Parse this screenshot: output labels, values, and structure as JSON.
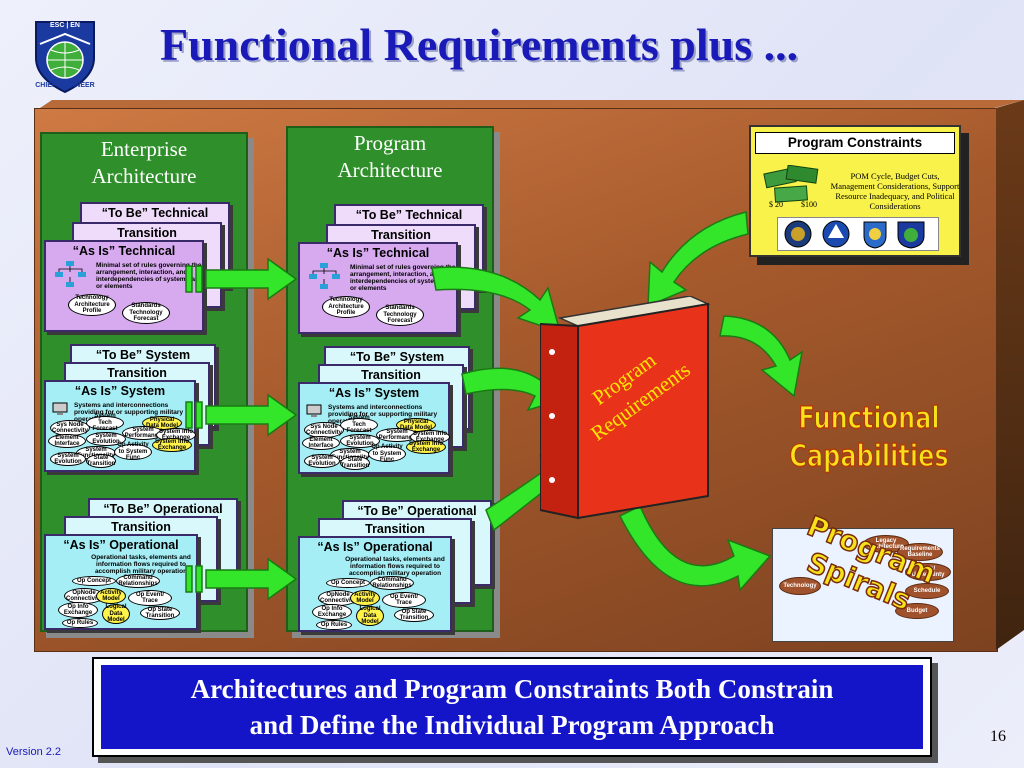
{
  "slide": {
    "title": "Functional Requirements plus ...",
    "version": "Version 2.2",
    "page_number": "16",
    "logo_text_top": "ESC | EN",
    "logo_text_bottom": "CHIEF ENGINEER"
  },
  "enterprise": {
    "heading_line1": "Enterprise",
    "heading_line2": "Architecture",
    "tech_tobe": "“To Be” Technical",
    "tech_transition": "Transition",
    "tech_asis": "“As Is” Technical",
    "tech_desc": "Minimal set of rules governing the arrangement, interaction, and interdependencies of system parts or elements",
    "tech_oval1": "Technology Architecture Profile",
    "tech_oval2": "Standards Technology Forecast",
    "sys_tobe": "“To Be” System",
    "sys_transition": "Transition",
    "sys_asis": "“As Is” System",
    "sys_desc": "Systems and interconnections providing for or supporting military operation",
    "ops_tobe": "“To Be” Operational",
    "ops_transition": "Transition",
    "ops_asis": "“As Is” Operational",
    "ops_desc": "Operational tasks, elements and information flows required to accomplish military operation"
  },
  "program": {
    "heading_line1": "Program",
    "heading_line2": "Architecture",
    "tech_tobe": "“To Be” Technical",
    "tech_transition": "Transition",
    "tech_asis": "“As Is” Technical",
    "tech_desc": "Minimal set of rules governing the arrangement, interaction, and interdependencies of system parts or elements",
    "tech_oval1": "Technology Architecture Profile",
    "tech_oval2": "Standards Technology Forecast",
    "sys_tobe": "“To Be” System",
    "sys_transition": "Transition",
    "sys_asis": "“As Is” System",
    "sys_desc": "Systems and interconnections providing for or supporting military operation",
    "ops_tobe": "“To Be” Operational",
    "ops_transition": "Transition",
    "ops_asis": "“As Is” Operational",
    "ops_desc": "Operational tasks, elements and information flows required to accomplish military operation"
  },
  "system_ovals": {
    "o1": "Sys Node Connectivity",
    "o2": "System Tech Forecast",
    "o3": "Physical Data Model",
    "o4": "System Performance",
    "o5": "Element Interface",
    "o6": "System Evolution",
    "o7": "System Info Exchange",
    "o8": "System Functionality",
    "o9": "Op Activity to System Func",
    "o10": "System Evolution",
    "o11": "State Transition"
  },
  "ops_ovals": {
    "o1": "Op Concept",
    "o2": "Command Relationships",
    "o3": "OpNode Connectivity",
    "o4": "Activity Model",
    "o5": "Op Event/ Trace",
    "o6": "Op Info Exchange",
    "o7": "Logical Data Model",
    "o8": "Op State Transition",
    "o9": "Op Rules"
  },
  "binder": {
    "line1": "Program",
    "line2": "Requirements"
  },
  "constraints": {
    "title": "Program Constraints",
    "text": "POM Cycle, Budget Cuts, Management Considerations, Support Resource Inadequacy, and Political Considerations"
  },
  "functional": {
    "line1": "Functional",
    "line2": "Capabilities"
  },
  "spirals": {
    "line1": "Program",
    "line2": "Spirals",
    "bubbles": [
      "Legacy Architecture",
      "Requirements Baseline",
      "Risk/ Uncertainty",
      "Schedule",
      "Budget",
      "Technology"
    ]
  },
  "bottom_banner": {
    "line1": "Architectures and Program Constraints Both Constrain",
    "line2": "and Define the Individual Program Approach"
  },
  "colors": {
    "title": "#1a1ab8",
    "board": "#a65a2c",
    "column": "#2f8f2a",
    "technical": "#d7a9ef",
    "operational": "#a6eef5",
    "binder": "#e8321a",
    "constraints": "#f8f24a",
    "banner": "#1414c8",
    "arrow": "#33e62a"
  }
}
